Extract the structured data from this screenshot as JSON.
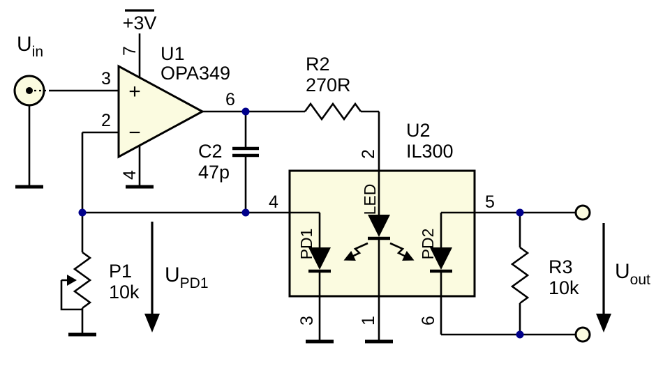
{
  "colors": {
    "wire": "#000000",
    "fill": "#FBFBE0",
    "junction": "#00008B",
    "background": "#FFFFFF"
  },
  "input": {
    "base": "U",
    "sub": "in"
  },
  "supply": {
    "label": "+3V"
  },
  "opamp": {
    "ref": "U1",
    "part": "OPA349",
    "plus": "+",
    "minus": "−",
    "pin_noninv": "3",
    "pin_inv": "2",
    "pin_vplus": "7",
    "pin_vminus": "4",
    "pin_out": "6"
  },
  "r2": {
    "ref": "R2",
    "value": "270R"
  },
  "c2": {
    "ref": "C2",
    "value": "47p"
  },
  "opto": {
    "ref": "U2",
    "part": "IL300",
    "led": "LED",
    "pd1": "PD1",
    "pd2": "PD2",
    "pin_led_a": "2",
    "pin_led_k": "1",
    "pin_pd1_top": "4",
    "pin_pd1_bot": "3",
    "pin_pd2_top": "5",
    "pin_pd2_bot": "6"
  },
  "p1": {
    "ref": "P1",
    "value": "10k"
  },
  "r3": {
    "ref": "R3",
    "value": "10k"
  },
  "upd1": {
    "base": "U",
    "sub": "PD1"
  },
  "uout": {
    "base": "U",
    "sub": "out"
  }
}
